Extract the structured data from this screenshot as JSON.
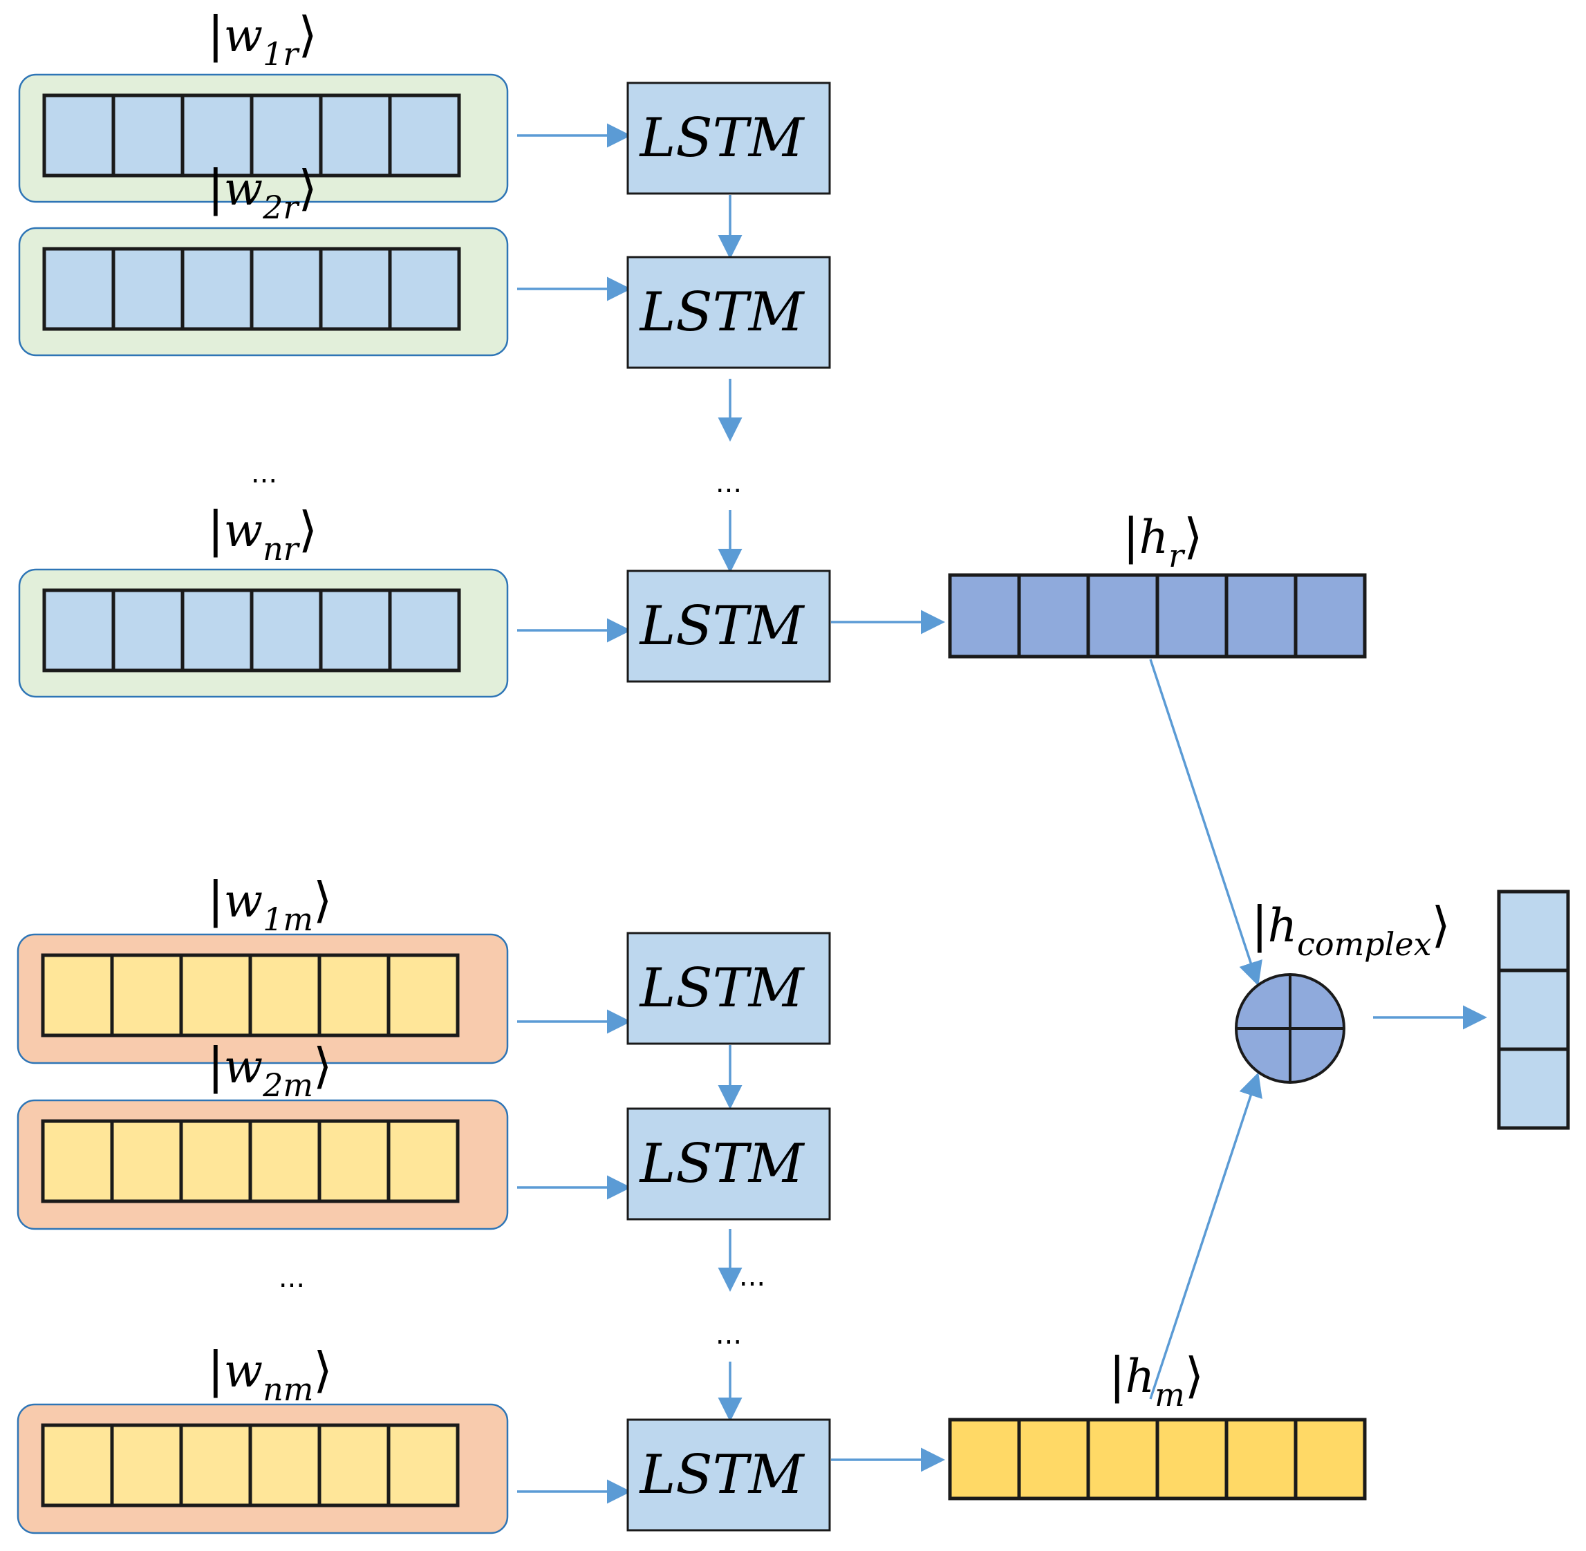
{
  "lstm_label": "LSTM",
  "ellipsis": "...",
  "real_inputs": [
    {
      "var": "w",
      "sub": "1r"
    },
    {
      "var": "w",
      "sub": "2r"
    },
    {
      "var": "w",
      "sub": "nr"
    }
  ],
  "imag_inputs": [
    {
      "var": "w",
      "sub": "1m"
    },
    {
      "var": "w",
      "sub": "2m"
    },
    {
      "var": "w",
      "sub": "nm"
    }
  ],
  "hidden_real": {
    "var": "h",
    "sub": "r"
  },
  "hidden_imag": {
    "var": "h",
    "sub": "m"
  },
  "complex_output": {
    "var": "h",
    "sub": "complex"
  },
  "colors": {
    "arrow": "#5b9bd5",
    "lstm_fill": "#bdd7ee",
    "real_cell": "#bdd7ee",
    "real_group_bg": "#e2efda",
    "imag_cell": "#ffe699",
    "imag_group_bg": "#f8cbad",
    "hidden_real_cell": "#8faadc",
    "hidden_imag_cell": "#ffd966",
    "combine_node": "#8faadc",
    "output_cell": "#bdd7ee",
    "group_border": "#2e75b6"
  }
}
